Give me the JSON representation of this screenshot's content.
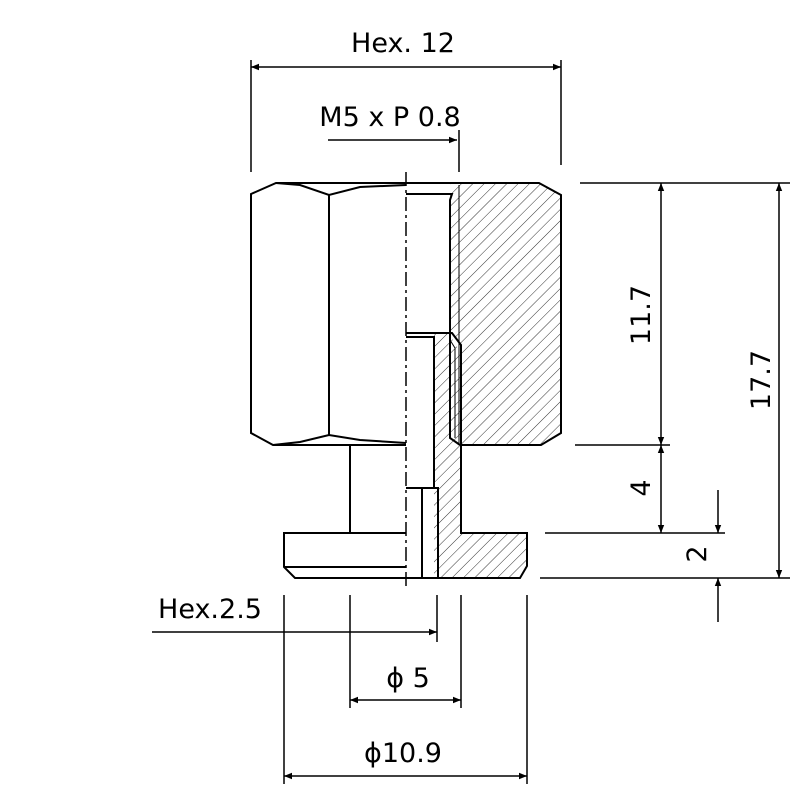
{
  "dimensions": {
    "hex_outer": "Hex. 12",
    "thread": "M5 x P 0.8",
    "nut_height": "11.7",
    "total_height": "17.7",
    "stem_height": "4",
    "flange_thickness": "2",
    "hex_socket": "Hex.2.5",
    "stem_diameter": "ϕ 5",
    "flange_diameter": "ϕ10.9"
  },
  "colors": {
    "line": "#000000",
    "background": "#ffffff"
  }
}
